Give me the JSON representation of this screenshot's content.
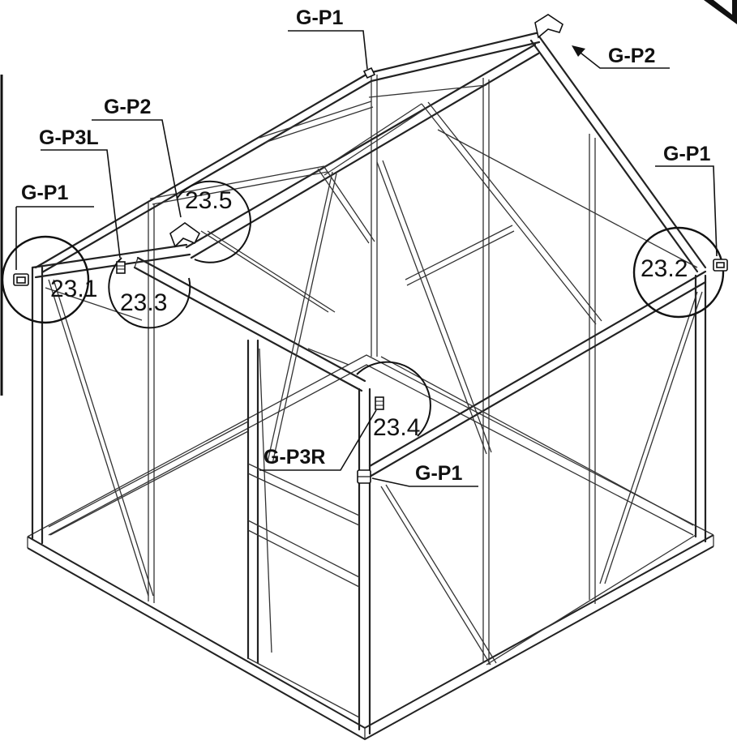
{
  "parts": {
    "gp1_top": "G-P1",
    "gp2_top_right": "G-P2",
    "gp2_left": "G-P2",
    "gp3l": "G-P3L",
    "gp1_left": "G-P1",
    "gp1_right": "G-P1",
    "gp3r": "G-P3R",
    "gp1_bottom": "G-P1"
  },
  "steps": {
    "s23_1": "23.1",
    "s23_2": "23.2",
    "s23_3": "23.3",
    "s23_4": "23.4",
    "s23_5": "23.5"
  },
  "colors": {
    "line": "#222222",
    "background": "#ffffff"
  },
  "icons": [
    "corner-arrow-icon",
    "corner-cap-icon",
    "ridge-cap-icon",
    "gutter-bracket-icon"
  ]
}
